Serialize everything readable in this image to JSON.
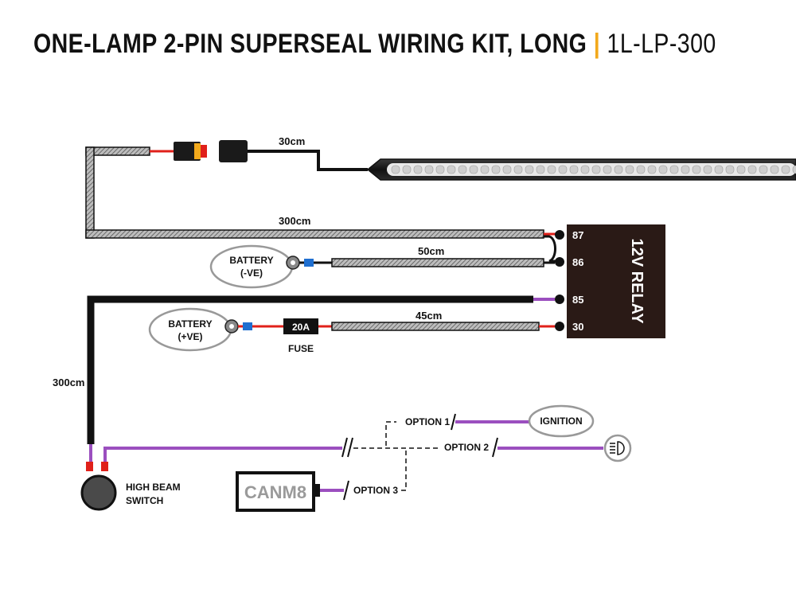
{
  "title": {
    "main": "ONE-LAMP 2-PIN SUPERSEAL WIRING KIT, LONG",
    "separator": "|",
    "code": "1L-LP-300"
  },
  "wire_lengths": {
    "lamp_lead": "30cm",
    "relay_to_connector": "300cm",
    "battery_negative": "50cm",
    "battery_positive": "45cm",
    "switch_lead": "300cm"
  },
  "relay": {
    "label": "12V RELAY",
    "pins": [
      "87",
      "86",
      "85",
      "30"
    ]
  },
  "battery_negative": {
    "line1": "BATTERY",
    "line2": "(-VE)"
  },
  "battery_positive": {
    "line1": "BATTERY",
    "line2": "(+VE)"
  },
  "fuse": {
    "rating": "20A",
    "label": "FUSE"
  },
  "options": {
    "option1": "OPTION 1",
    "option2": "OPTION 2",
    "option3": "OPTION 3",
    "ignition": "IGNITION",
    "canm8": "CANM8"
  },
  "switch": {
    "line1": "HIGH BEAM",
    "line2": "SWITCH"
  },
  "colors": {
    "accent": "#f2a91c",
    "wire_black": "#111111",
    "wire_red": "#e0201a",
    "wire_purple": "#9b4fbf",
    "wire_blue": "#1f6fd0",
    "relay_body": "#2a1a16"
  }
}
